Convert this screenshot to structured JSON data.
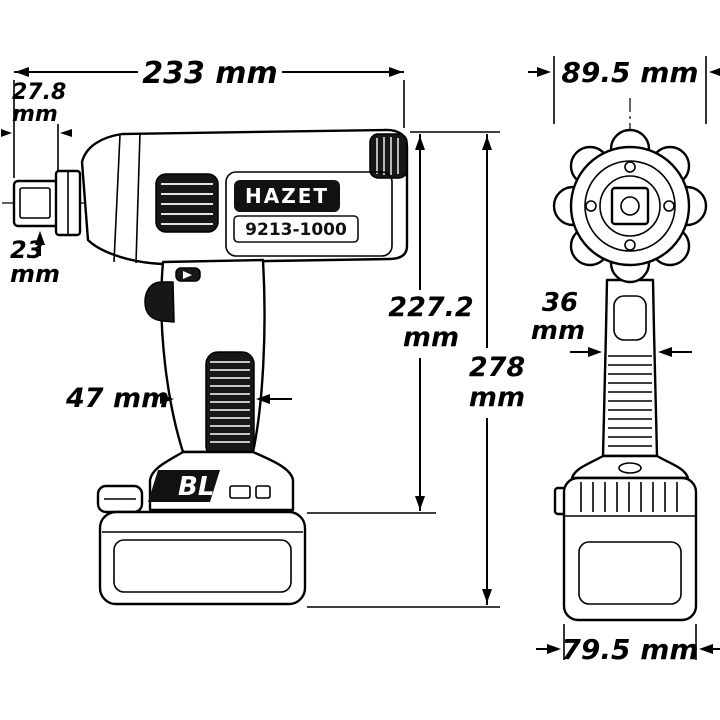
{
  "branding": {
    "brand": "HAZET",
    "model": "9213-1000",
    "motor_badge": "BL"
  },
  "dimensions": {
    "overall_length": "233 mm",
    "anvil_protrusion": {
      "value": "27.8",
      "unit": "mm"
    },
    "square_drive": {
      "value": "23",
      "unit": "mm"
    },
    "housing_height": {
      "value": "227.2",
      "unit": "mm"
    },
    "overall_height": {
      "value": "278",
      "unit": "mm"
    },
    "grip_depth": "47 mm",
    "head_diameter": "89.5 mm",
    "grip_width": {
      "value": "36",
      "unit": "mm"
    },
    "battery_width": "79.5 mm"
  },
  "colors": {
    "line": "#000000",
    "dark_fill": "#171717",
    "background": "#ffffff"
  }
}
